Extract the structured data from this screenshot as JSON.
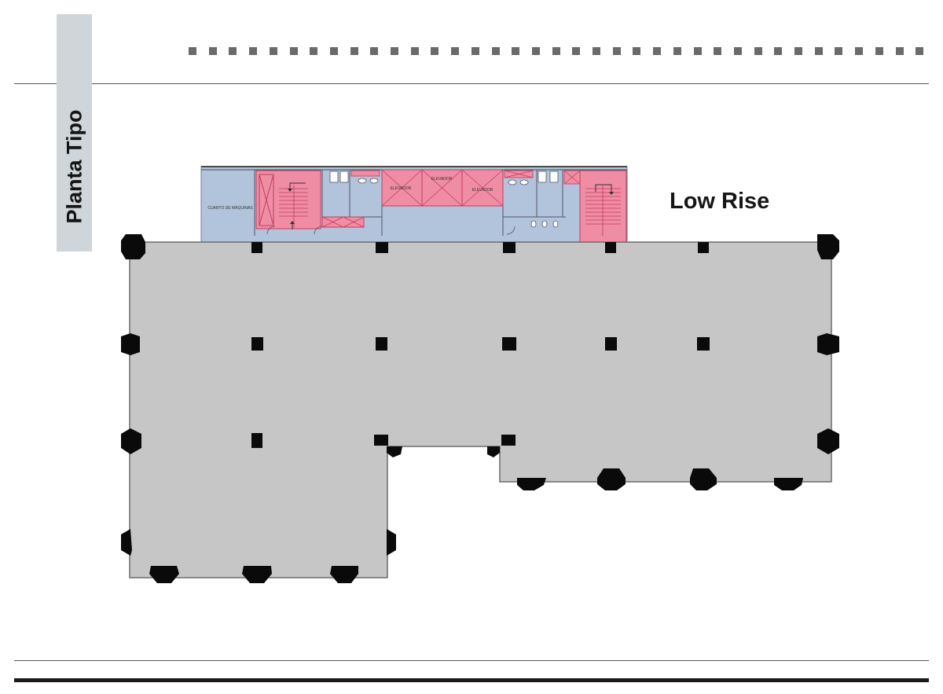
{
  "side_tab": {
    "label": "Planta Tipo"
  },
  "subtitle": "Low Rise",
  "rooms": {
    "machine_room": "CUARTO DE MÁQUINAS",
    "elevators": [
      "ELEVADOR",
      "ELEVADOR",
      "ELEVADOR"
    ]
  },
  "colors": {
    "slab": "#c6c6c6",
    "core_service": "#b1c4dc",
    "circulation": "#ef8da4",
    "tab": "#cfd5d8",
    "column": "#0a0a0a"
  }
}
